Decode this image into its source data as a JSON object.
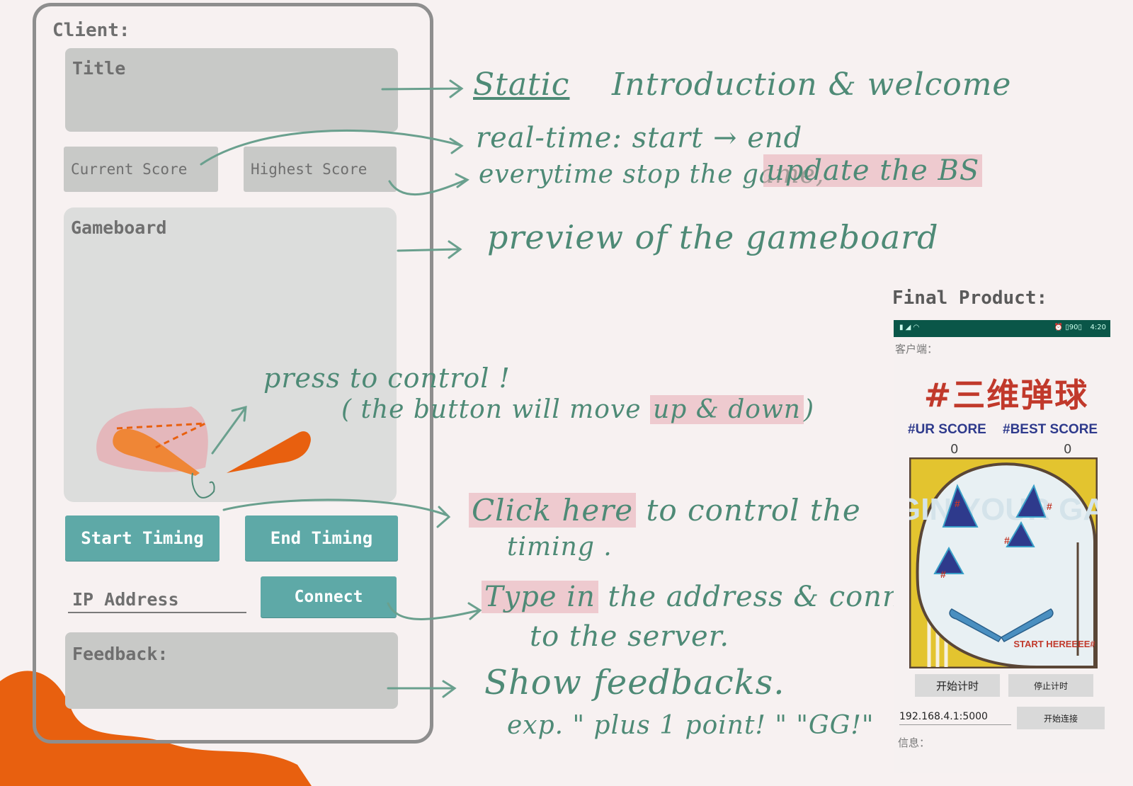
{
  "client_label": "Client:",
  "wireframe": {
    "title": "Title",
    "current_score": "Current Score",
    "highest_score": "Highest Score",
    "gameboard": "Gameboard",
    "start_timing": "Start Timing",
    "end_timing": "End Timing",
    "ip_address": "IP Address",
    "connect": "Connect",
    "feedback": "Feedback:"
  },
  "notes": {
    "static": "Static",
    "intro": "Introduction & welcome",
    "realtime": "real-time: start → end",
    "everytime": "everytime stop the game,",
    "update_bs": "update the BS",
    "preview": "preview of the gameboard",
    "press_control": "press to control !",
    "button_move": "( the button will move",
    "up_down": "up & down",
    "button_move_end": ")",
    "click_here": "Click here",
    "to_control": "to control the",
    "timing": "timing .",
    "type_in": "Type in",
    "the_address": "the address & connect",
    "to_server": "to the server.",
    "show_feedbacks": "Show feedbacks.",
    "exp": "exp. \" plus 1 point! \" \"GG!\""
  },
  "final_product": {
    "label": "Final Product:",
    "status_time": "4:20",
    "status_battery": "90",
    "client_cn": "客户端：",
    "game_title": "#三维弹球",
    "ur_score_label": "#UR SCORE",
    "best_score_label": "#BEST SCORE",
    "ur_score": "0",
    "best_score": "0",
    "board_bg_text": "BEGIN YOUR GAME",
    "start_here": "START HEREEEE#",
    "bumper_mark": "#",
    "start_btn": "开始计时",
    "stop_btn": "停止计时",
    "ip_value": "192.168.4.1:5000",
    "connect_btn": "开始连接",
    "info": "信息："
  },
  "colors": {
    "teal": "#5ea9a7",
    "ink": "#4e8a76",
    "orange": "#e8600f",
    "status_bar": "#0a5648",
    "title_red": "#c1392b",
    "score_blue": "#2e3a8c",
    "board_yellow": "#e3c42f"
  }
}
